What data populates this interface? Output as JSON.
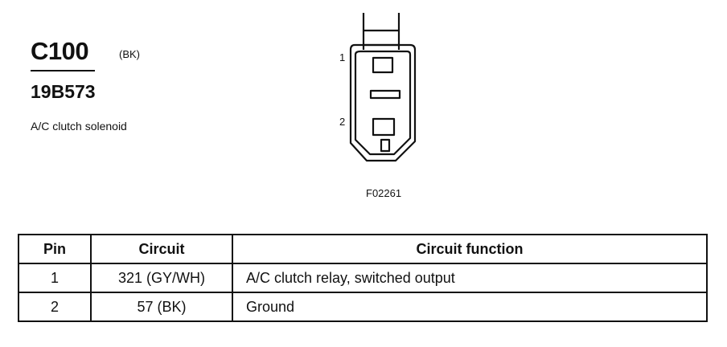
{
  "connector": {
    "id": "C100",
    "color": "(BK)",
    "part_number": "19B573",
    "component": "A/C clutch solenoid"
  },
  "drawing": {
    "pin_labels": [
      "1",
      "2"
    ],
    "figure_id": "F02261"
  },
  "table": {
    "headers": [
      "Pin",
      "Circuit",
      "Circuit function"
    ],
    "rows": [
      {
        "pin": "1",
        "circuit": "321 (GY/WH)",
        "function": "A/C clutch relay, switched output"
      },
      {
        "pin": "2",
        "circuit": "57 (BK)",
        "function": "Ground"
      }
    ]
  }
}
